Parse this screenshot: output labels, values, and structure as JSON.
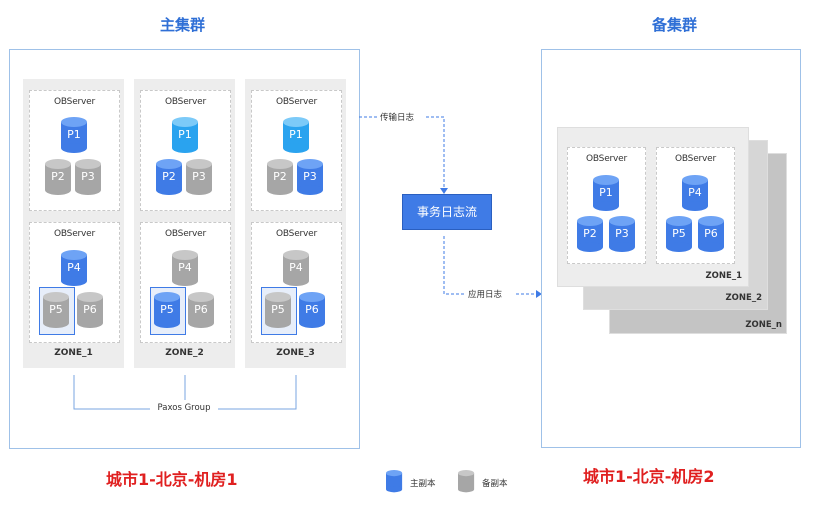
{
  "titles": {
    "main": "主集群",
    "standby": "备集群"
  },
  "cities": {
    "main": "城市1-北京-机房1",
    "standby": "城市1-北京-机房2"
  },
  "server_label": "OBServer",
  "zones_main": [
    "ZONE_1",
    "ZONE_2",
    "ZONE_3"
  ],
  "zones_standby": [
    "ZONE_1",
    "ZONE_2",
    "ZONE_n"
  ],
  "paxos": "Paxos Group",
  "flow": {
    "ship_log": "传输日志",
    "tx_stream": "事务日志流",
    "apply_log": "应用日志"
  },
  "partitions": [
    "P1",
    "P2",
    "P3",
    "P4",
    "P5",
    "P6"
  ],
  "legend": {
    "primary": "主副本",
    "replica": "备副本"
  },
  "colors": {
    "primary": "#3f7be6",
    "leader_highlight": "#2aa3ef",
    "replica": "#a6a6a6",
    "city": "#e02020",
    "title": "#2f6fd6"
  }
}
